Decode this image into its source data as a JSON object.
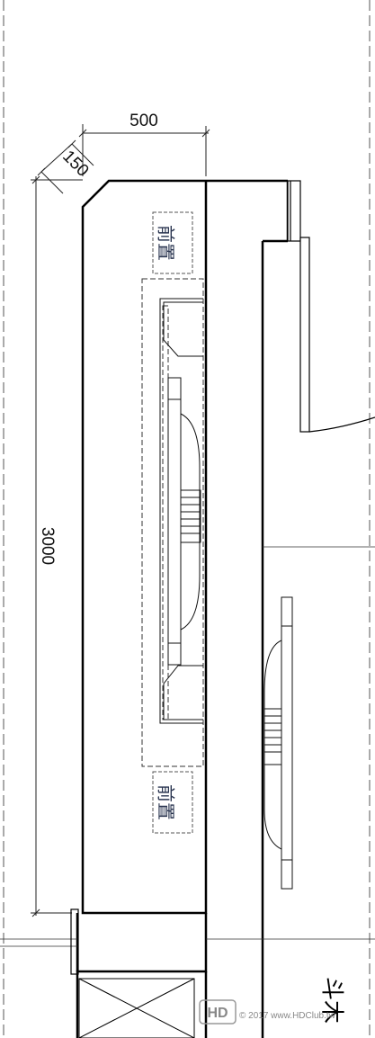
{
  "dimensions": {
    "top_width": "500",
    "chamfer": "150",
    "wall_length": "3000"
  },
  "labels": {
    "front_speaker_top": "前置",
    "front_speaker_bottom": "前置",
    "corner_text": "斗木"
  },
  "watermark": {
    "logo": "HD",
    "text": "© 2017 www.HDClub.tw"
  }
}
